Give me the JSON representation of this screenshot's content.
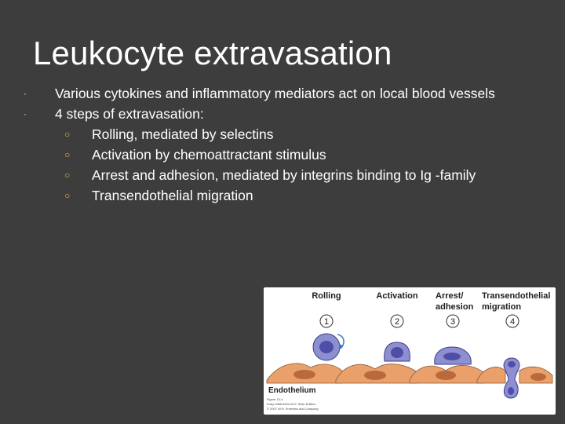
{
  "slide": {
    "title": "Leukocyte extravasation",
    "bullets": [
      {
        "marker": "·",
        "text": "Various cytokines and inflammatory mediators act on local blood vessels"
      },
      {
        "marker": "·",
        "text": "4 steps of extravasation:"
      }
    ],
    "sub_bullets": [
      {
        "marker": "○",
        "text": "Rolling, mediated by selectins"
      },
      {
        "marker": "○",
        "text": "Activation by chemoattractant stimulus"
      },
      {
        "marker": "○",
        "text": "Arrest and adhesion, mediated by integrins binding to Ig -family"
      },
      {
        "marker": "○",
        "text": "Transendothelial migration"
      }
    ]
  },
  "figure": {
    "stages": [
      {
        "label_line1": "Rolling",
        "label_line2": "",
        "number": "1"
      },
      {
        "label_line1": "Activation",
        "label_line2": "",
        "number": "2"
      },
      {
        "label_line1": "Arrest/",
        "label_line2": "adhesion",
        "number": "3"
      },
      {
        "label_line1": "Transendothelial",
        "label_line2": "migration",
        "number": "4"
      }
    ],
    "endothelium_label": "Endothelium",
    "caption_lines": [
      "Figure 13-4",
      "Kuby IMMUNOLOGY, Sixth Edition",
      "© 2007 W.H. Freeman and Company"
    ],
    "colors": {
      "leukocyte": "#8e8fd0",
      "leukocyte_nucleus": "#4d4fa6",
      "endothelial_cell": "#e9a06a",
      "endothelial_nucleus": "#b86a3c",
      "arrow": "#3a7dc0"
    }
  }
}
